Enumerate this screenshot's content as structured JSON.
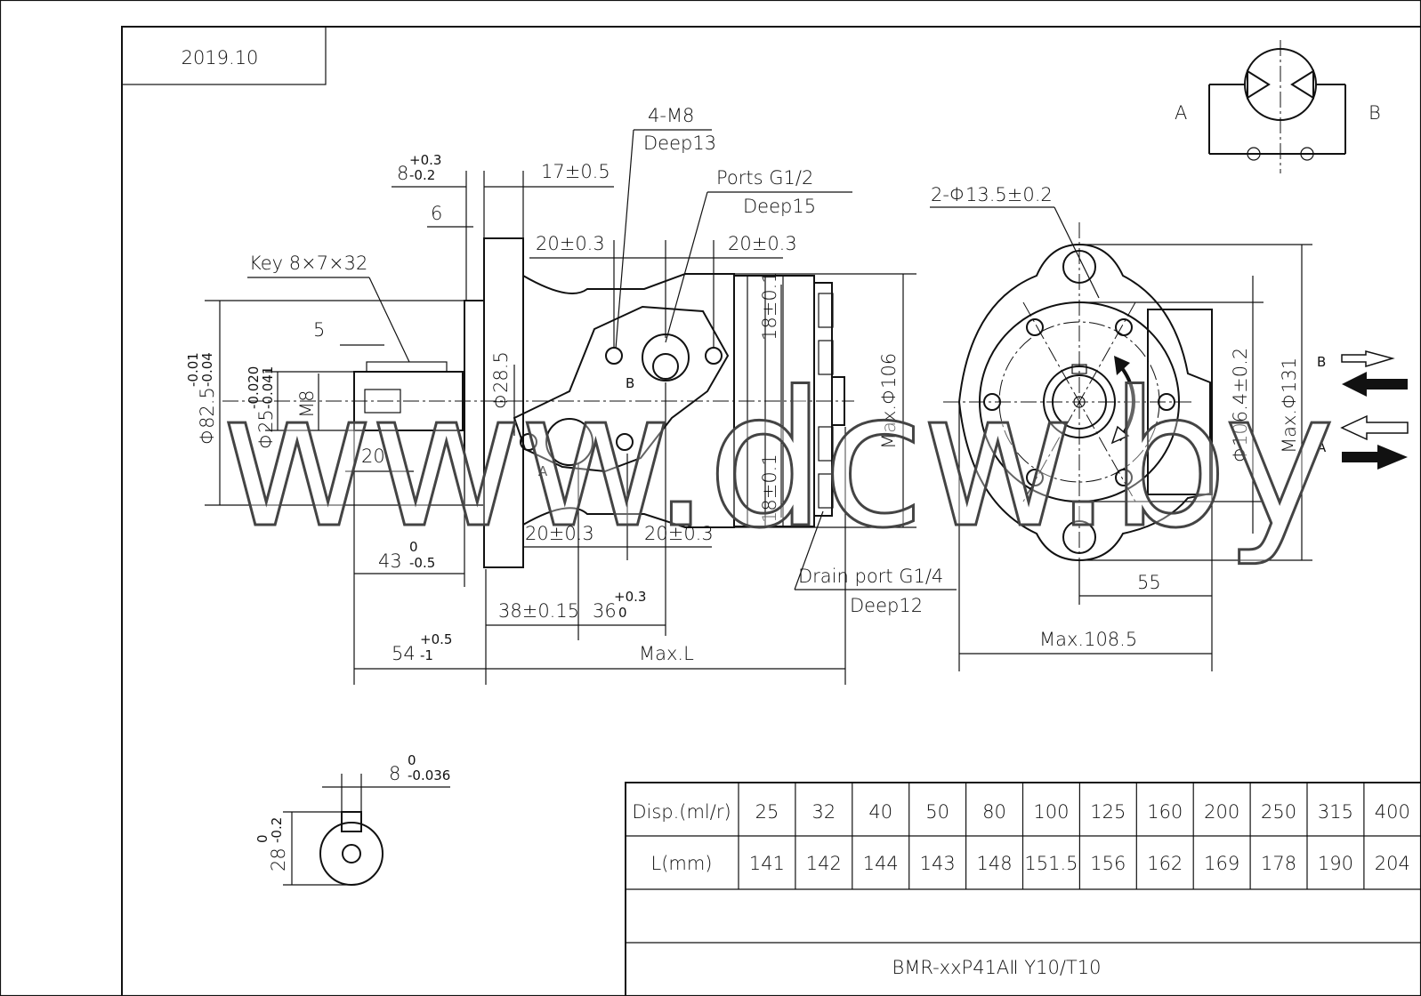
{
  "date": "2019.10",
  "labels": {
    "key": "Key 8×7×32",
    "holes": "4-M8",
    "holes_deep": "Deep13",
    "ports": "Ports G1/2",
    "ports_deep": "Deep15",
    "mount_holes": "2-Φ13.5±0.2",
    "drain": "Drain port G1/4",
    "drain_deep": "Deep12",
    "port_a": "A",
    "port_b": "B"
  },
  "dims": {
    "d_8_top": "8",
    "d_8_sup": "+0.3",
    "d_8_sub": "-0.2",
    "d_17": "17±0.5",
    "d_6": "6",
    "d_20a": "20±0.3",
    "d_20b": "20±0.3",
    "d_20c": "20±0.3",
    "d_20d": "20±0.3",
    "d_5": "5",
    "d_20": "20",
    "d_82": "Φ82.5",
    "d_82_sup": "-0.01",
    "d_82_sub": "-0.04",
    "d_25": "Φ25",
    "d_25_sup": "-0.020",
    "d_25_sub": "-0.041",
    "d_m8": "M8",
    "d_28_5": "Φ28.5",
    "d_18a": "18±0.1",
    "d_18b": "18±0.1",
    "d_106": "Max.Φ106",
    "d_43": "43",
    "d_43_sup": "0",
    "d_43_sub": "-0.5",
    "d_38": "38±0.15",
    "d_36": "36",
    "d_36_sup": "+0.3",
    "d_36_sub": "0",
    "d_54": "54",
    "d_54_sup": "+0.5",
    "d_54_sub": "-1",
    "d_maxl": "Max.L",
    "d_106_4": "Φ106.4±0.2",
    "d_131": "Max.Φ131",
    "d_55": "55",
    "d_108": "Max.108.5",
    "d_key_w": "8",
    "d_key_w_sup": "0",
    "d_key_w_sub": "-0.036",
    "d_28": "28",
    "d_28_sup": "0",
    "d_28_sub": "-0.2"
  },
  "table": {
    "row1_label": "Disp.(ml/r)",
    "row2_label": "L(mm)",
    "disp": [
      "25",
      "32",
      "40",
      "50",
      "80",
      "100",
      "125",
      "160",
      "200",
      "250",
      "315",
      "400"
    ],
    "length": [
      "141",
      "142",
      "144",
      "143",
      "148",
      "151.5",
      "156",
      "162",
      "169",
      "178",
      "190",
      "204"
    ],
    "model": "BMR-xxP41AⅡ Y10/T10"
  },
  "watermark": "www.dcw.by"
}
